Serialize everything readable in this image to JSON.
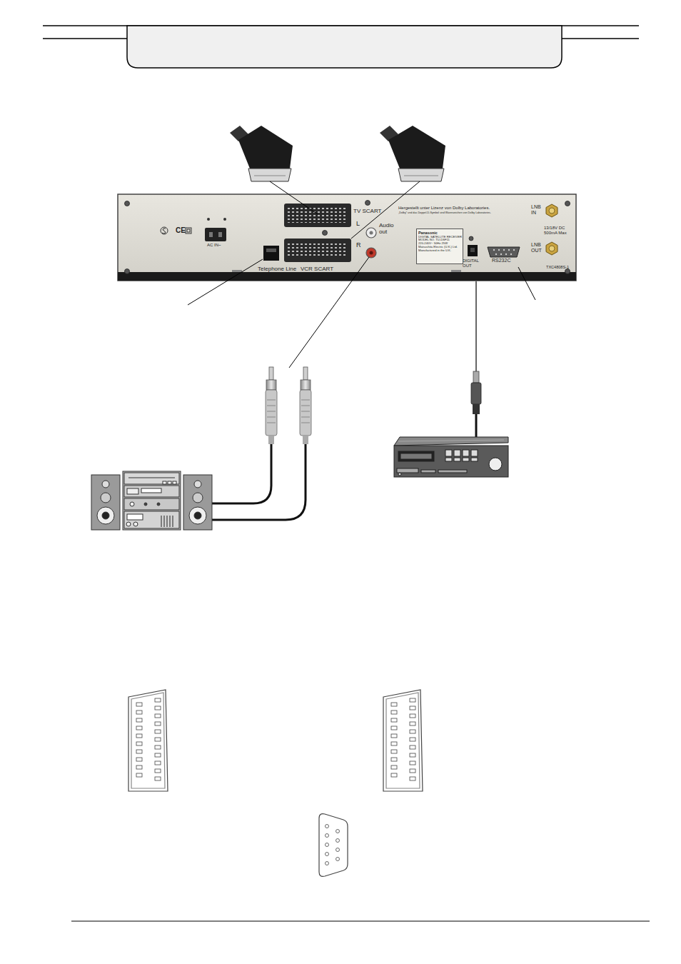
{
  "diagram": {
    "nodes": [
      {
        "text": [
          "Panasonic",
          "DIGITAL SATELLITE RECEIVER",
          "MODEL NO. TU-DSF11",
          "220-240V~ 50Hz 25W",
          "Matsushita Electric (U.K.) Ltd.",
          "Manufactured in the U.K."
        ]
      }
    ],
    "labels": [
      "CE",
      "AC IN~",
      "Telephone Line",
      "TV SCART",
      "VCR SCART",
      "L",
      "R",
      "Audio out",
      "Hergestellt unter Lizenz von Dolby Laboratories.",
      "„Dolby“ und das Doppel-D-Symbol sind Warenzeichen von Dolby Laboratories.",
      "DIGITAL OUT",
      "RS232C",
      "LNB IN",
      "13/18V DC 500mA Max",
      "LNB OUT",
      "TXC4808S-1"
    ]
  }
}
